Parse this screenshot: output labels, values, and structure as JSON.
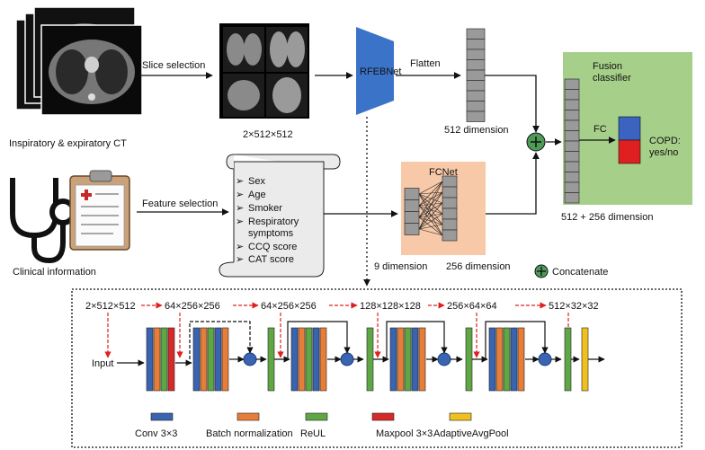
{
  "top": {
    "ct_caption": "Inspiratory & expiratory CT",
    "slice_selection": "Slice selection",
    "slice_dims": "2×512×512",
    "rfebnet": "RFEBNet",
    "flatten": "Flatten",
    "dim512": "512 dimension",
    "fusion_title_1": "Fusion",
    "fusion_title_2": "classifier",
    "fc": "FC",
    "copd_1": "COPD:",
    "copd_2": "yes/no",
    "fusion_dim": "512 + 256 dimension"
  },
  "clinical": {
    "caption": "Clinical information",
    "feature_selection": "Feature selection",
    "features": [
      "Sex",
      "Age",
      "Smoker",
      "Respiratory",
      "symptoms",
      "CCQ score",
      "CAT score"
    ],
    "fcnet": "FCNet",
    "dim9": "9 dimension",
    "dim256": "256 dimension",
    "concatenate": "Concatenate"
  },
  "detail": {
    "sizes": [
      "2×512×512",
      "64×256×256",
      "64×256×256",
      "128×128×128",
      "256×64×64",
      "512×32×32"
    ],
    "input": "Input"
  },
  "legend": [
    {
      "label": "Conv 3×3",
      "color": "#3a63b0"
    },
    {
      "label": "Batch normalization",
      "color": "#e67e3a"
    },
    {
      "label": "ReUL",
      "color": "#5fa644"
    },
    {
      "label": "Maxpool 3×3",
      "color": "#d62a2a"
    },
    {
      "label": "AdaptiveAvgPool",
      "color": "#f0c020"
    }
  ],
  "colors": {
    "fusion_bg": "#a6d08a",
    "fcnet_bg": "#f8c9a8",
    "rfebnet": "#3b73c9",
    "vector_cell": "#9a9a9a",
    "concat": "#4e9a57",
    "arrow_red": "#e02020",
    "output_blue": "#3b63c0",
    "output_red": "#e02020"
  }
}
